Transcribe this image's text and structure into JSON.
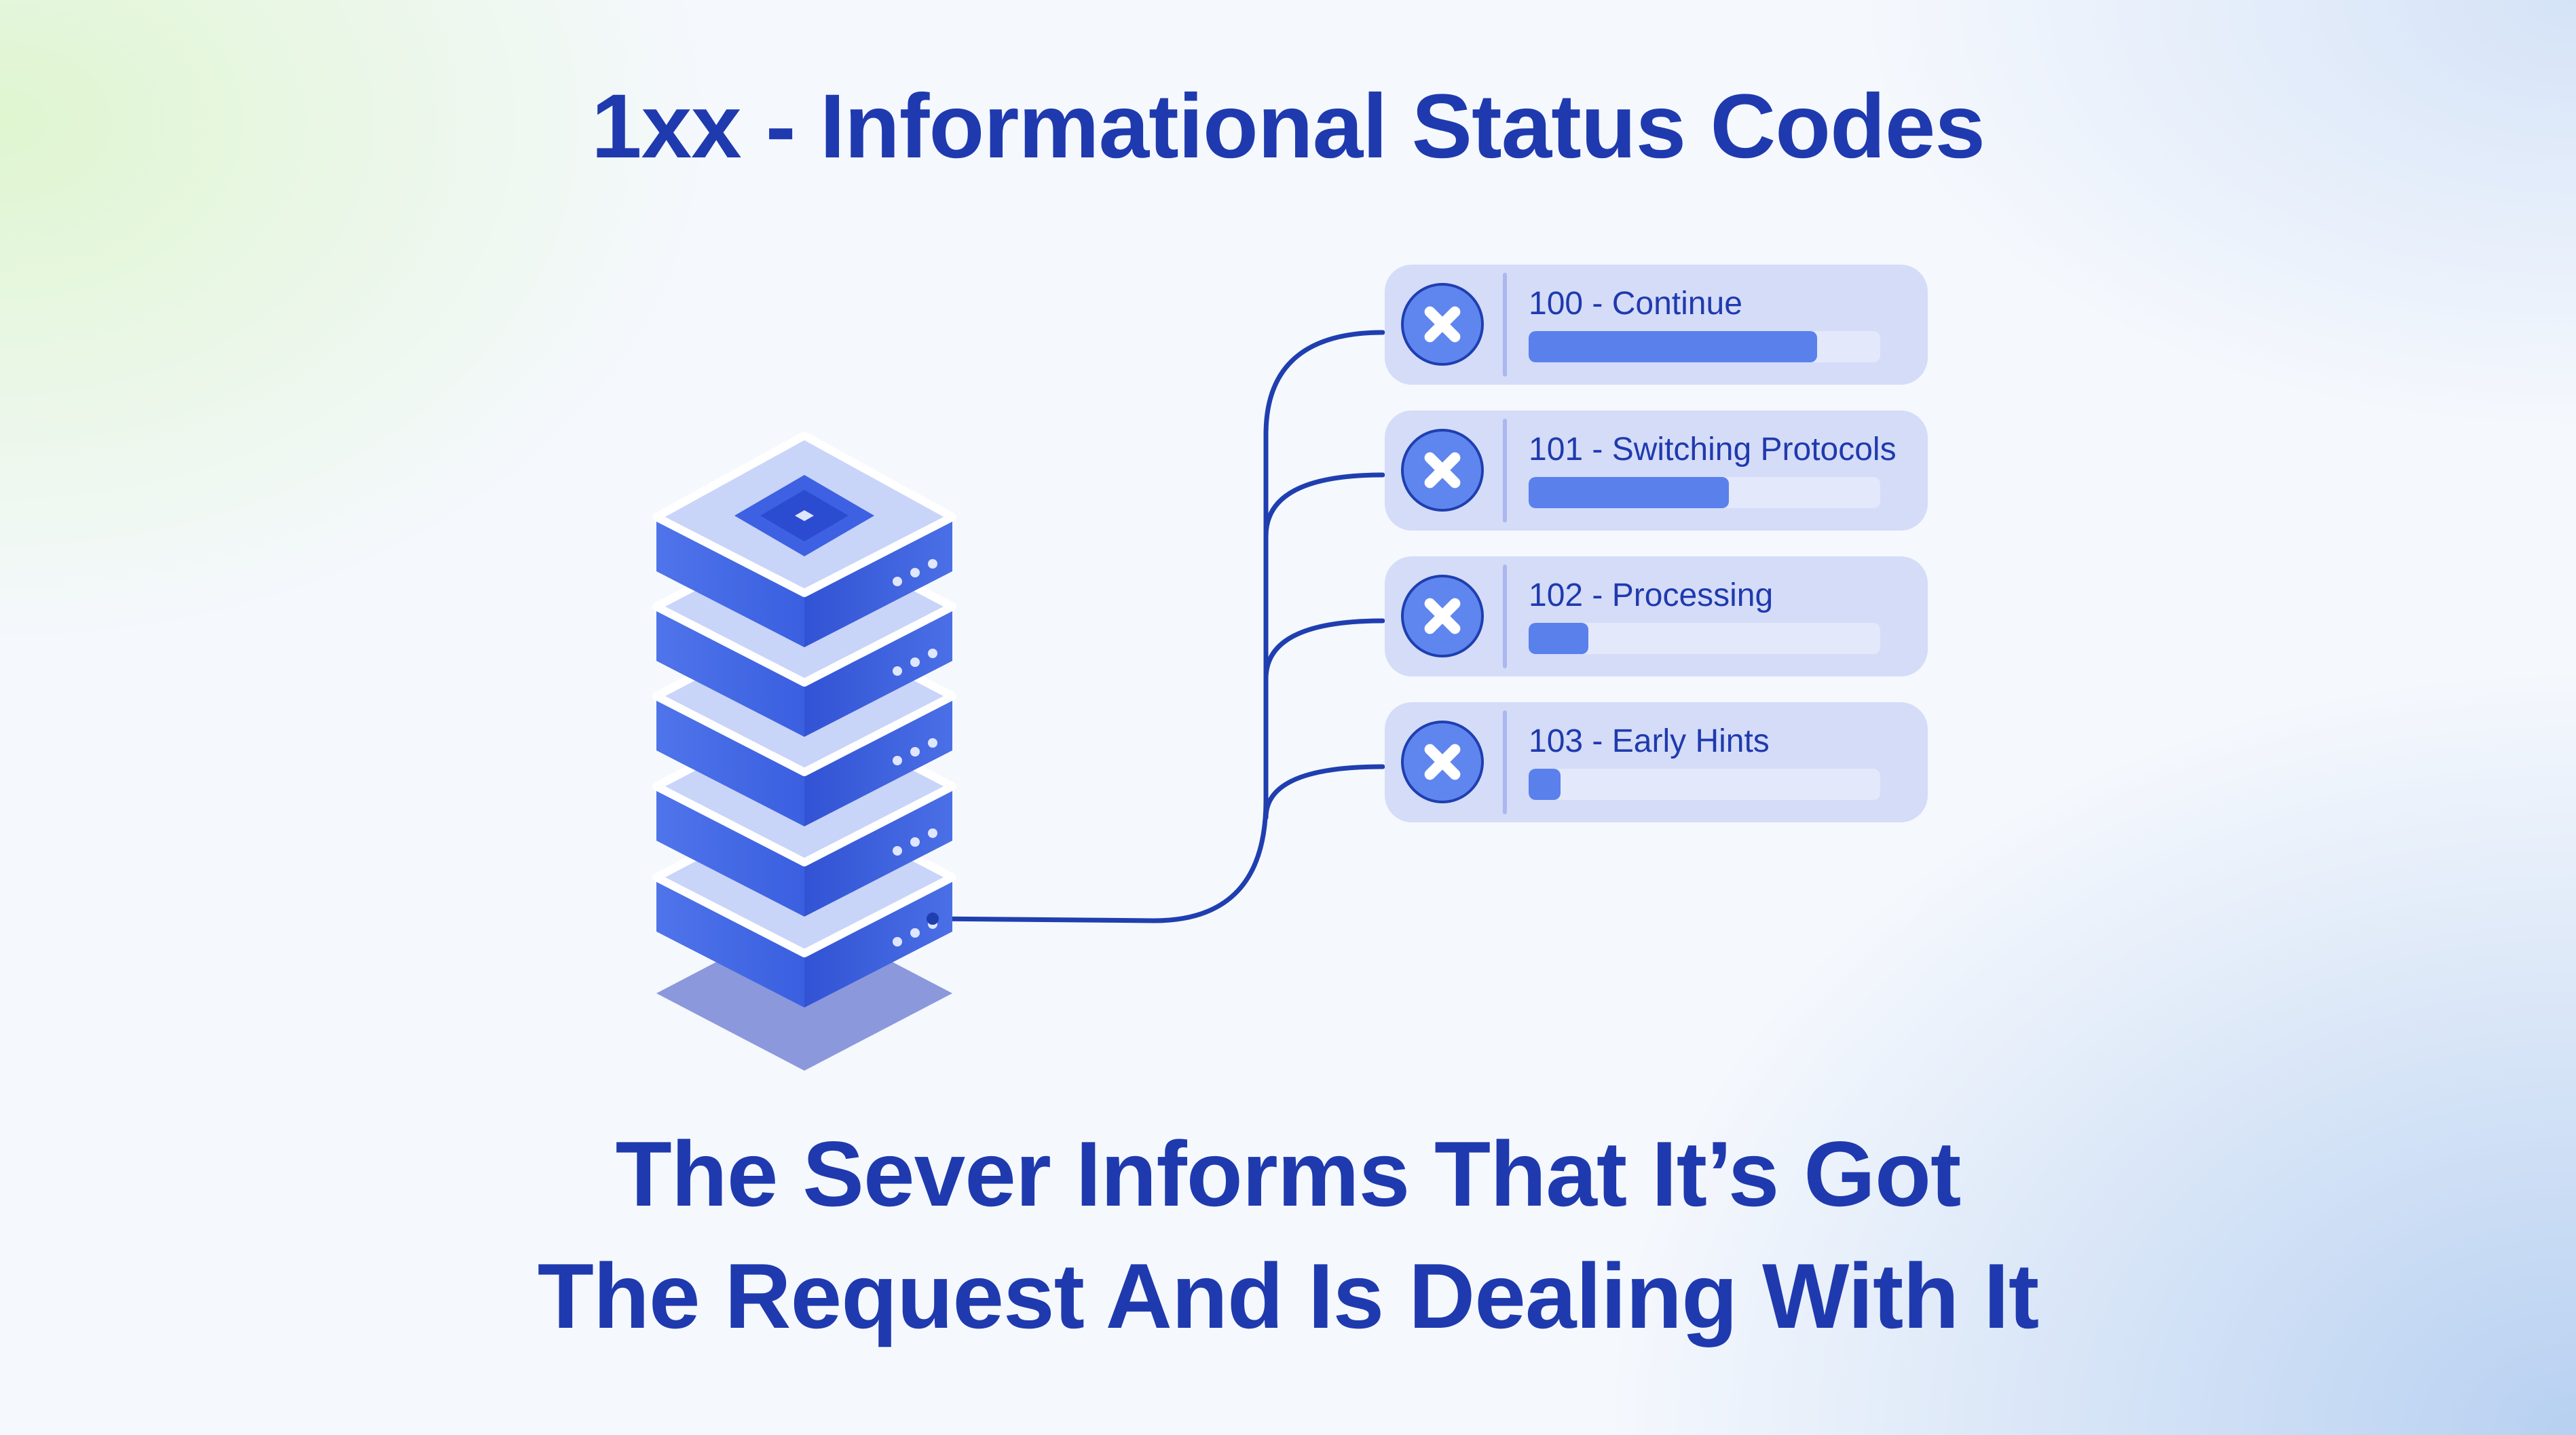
{
  "title": "1xx - Informational Status Codes",
  "subtitle_lines": [
    "The Sever Informs That It’s Got",
    "The Request And Is Dealing With It"
  ],
  "colors": {
    "text": "#1f3aae",
    "line": "#1f3fb0",
    "bar_fill": "#5a80ec",
    "panel": "#d5dcf8"
  },
  "status_codes": [
    {
      "label": "100 - Continue",
      "icon": "close-icon",
      "progress": 0.82
    },
    {
      "label": "101 - Switching Protocols",
      "icon": "close-icon",
      "progress": 0.57
    },
    {
      "label": "102 - Processing",
      "icon": "close-icon",
      "progress": 0.17
    },
    {
      "label": "103 - Early Hints",
      "icon": "close-icon",
      "progress": 0.09
    }
  ],
  "server_icon": "server-stack-icon"
}
